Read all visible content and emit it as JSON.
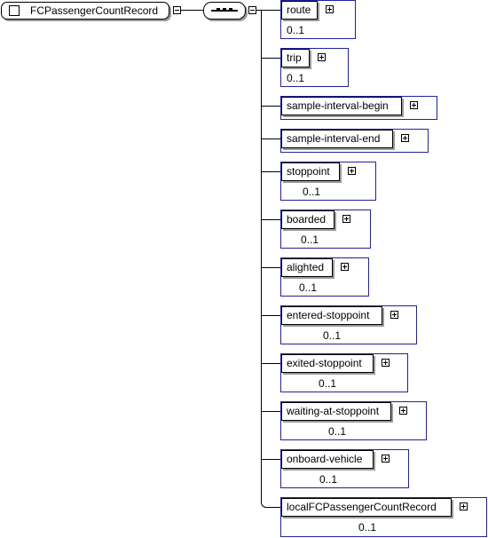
{
  "root": {
    "name": "FCPassengerCountRecord"
  },
  "elements": [
    {
      "name": "route",
      "occurs": "0..1"
    },
    {
      "name": "trip",
      "occurs": "0..1"
    },
    {
      "name": "sample-interval-begin",
      "occurs": ""
    },
    {
      "name": "sample-interval-end",
      "occurs": ""
    },
    {
      "name": "stoppoint",
      "occurs": "0..1"
    },
    {
      "name": "boarded",
      "occurs": "0..1"
    },
    {
      "name": "alighted",
      "occurs": "0..1"
    },
    {
      "name": "entered-stoppoint",
      "occurs": "0..1"
    },
    {
      "name": "exited-stoppoint",
      "occurs": "0..1"
    },
    {
      "name": "waiting-at-stoppoint",
      "occurs": "0..1"
    },
    {
      "name": "onboard-vehicle",
      "occurs": "0..1"
    },
    {
      "name": "localFCPassengerCountRecord",
      "occurs": "0..1"
    }
  ]
}
